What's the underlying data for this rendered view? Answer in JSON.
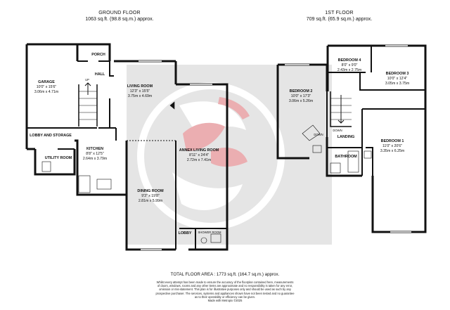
{
  "ground_floor": {
    "title": "GROUND FLOOR",
    "area": "1063 sq.ft. (98.8 sq.m.) approx.",
    "rooms": {
      "garage": {
        "name": "GARAGE",
        "imperial": "10'0\" x 15'6\"",
        "metric": "3.06m x 4.71m"
      },
      "porch": {
        "name": "PORCH"
      },
      "hall": {
        "name": "HALL"
      },
      "living_room": {
        "name": "LIVING ROOM",
        "imperial": "12'3\" x 15'5\"",
        "metric": "3.75m x 4.69m"
      },
      "lobby_storage": {
        "name": "LOBBY AND STORAGE"
      },
      "kitchen": {
        "name": "KITCHEN",
        "imperial": "8'8\" x 12'5\"",
        "metric": "2.64m x 3.79m"
      },
      "utility_room": {
        "name": "UTILITY ROOM"
      },
      "annex_living_room": {
        "name": "ANNEX LIVING ROOM",
        "imperial": "8'11\" x 24'4\"",
        "metric": "2.72m x 7.41m"
      },
      "dining_room": {
        "name": "DINING ROOM",
        "imperial": "9'3\" x 19'8\"",
        "metric": "2.81m x 5.99m"
      },
      "lobby": {
        "name": "LOBBY"
      },
      "shower_room": {
        "name": "SHOWER ROOM"
      },
      "up_marker": "UP"
    }
  },
  "first_floor": {
    "title": "1ST FLOOR",
    "area": "709 sq.ft. (65.9 sq.m.) approx.",
    "rooms": {
      "bedroom_4": {
        "name": "BEDROOM 4",
        "imperial": "8'0\" x 9'0\"",
        "metric": "2.43m x 2.75m"
      },
      "bedroom_3": {
        "name": "BEDROOM 3",
        "imperial": "10'0\" x 12'4\"",
        "metric": "3.05m x 3.75m"
      },
      "bedroom_2": {
        "name": "BEDROOM 2",
        "imperial": "10'0\" x 17'3\"",
        "metric": "3.06m x 5.26m"
      },
      "landing": {
        "name": "LANDING"
      },
      "bedroom_1": {
        "name": "BEDROOM 1",
        "imperial": "11'0\" x 20'6\"",
        "metric": "3.35m x 6.25m"
      },
      "bathroom": {
        "name": "BATHROOM"
      },
      "down_marker_1": "DOWN",
      "down_marker_2": "DOWN"
    }
  },
  "footer": {
    "total_area": "TOTAL FLOOR AREA : 1773 sq.ft. (164.7 sq.m.) approx.",
    "disclaimer_lines": [
      "Whilst every attempt has been made to ensure the accuracy of the floorplan contained here, measurements",
      "of doors, windows, rooms and any other items are approximate and no responsibility is taken for any error,",
      "omission or mis-statement. This plan is for illustrative purposes only and should be used as such by any",
      "prospective purchaser. The services, systems and appliances shown have not been tested and no guarantee",
      "as to their operability or efficiency can be given.",
      "Made with Metropix ©2025"
    ]
  },
  "colors": {
    "wall": "#111111",
    "watermark_gray": "#b8b8b8",
    "watermark_red": "#e8a0a4",
    "background": "#ffffff"
  }
}
